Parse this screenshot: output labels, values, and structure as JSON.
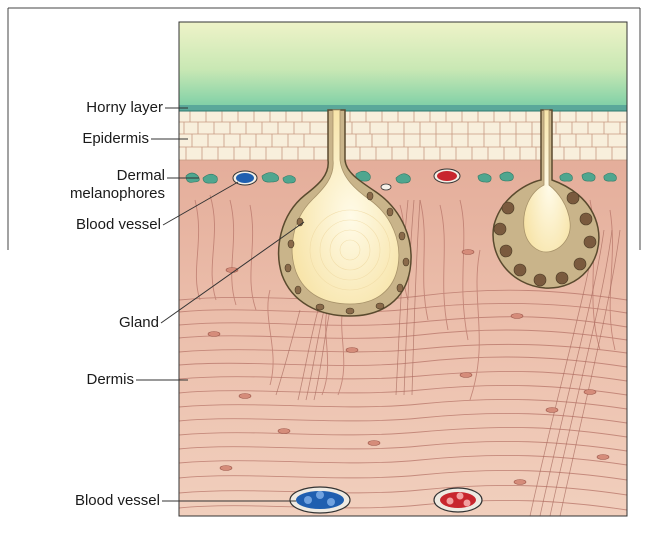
{
  "labels": {
    "horny_layer": "Horny layer",
    "epidermis": "Epidermis",
    "dermal_melanophores_line1": "Dermal",
    "dermal_melanophores_line2": "melanophores",
    "blood_vessel_upper": "Blood vessel",
    "gland": "Gland",
    "dermis": "Dermis",
    "blood_vessel_lower": "Blood vessel"
  },
  "colors": {
    "sky_top": "#ecf2c6",
    "sky_bottom": "#7fcfa4",
    "horny_layer": "#5aa89a",
    "epidermis": "#f8efdc",
    "dermis": "#eab9a6",
    "gland_wall": "#c9b48a",
    "gland_lumen": "#fbf0c4",
    "vein": "#1f5fb0",
    "artery": "#c8262e",
    "melanophore": "#4fa68f"
  }
}
